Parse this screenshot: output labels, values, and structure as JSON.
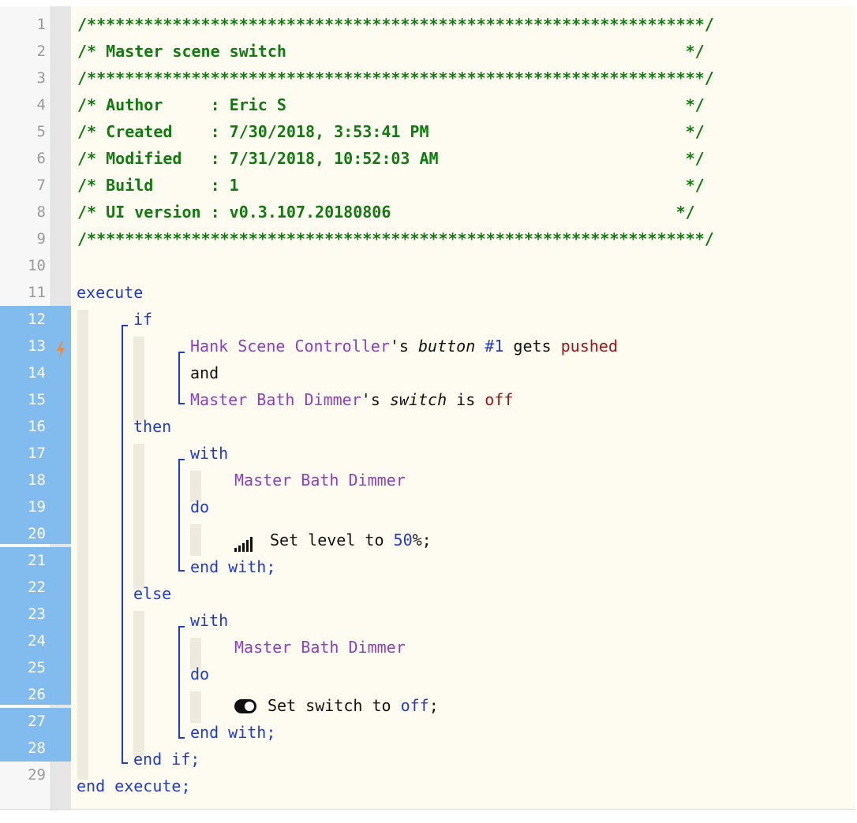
{
  "line_numbers": [
    "1",
    "2",
    "3",
    "4",
    "5",
    "6",
    "7",
    "8",
    "9",
    "10",
    "11",
    "12",
    "13",
    "14",
    "15",
    "16",
    "17",
    "18",
    "19",
    "20",
    "21",
    "22",
    "23",
    "24",
    "25",
    "26",
    "27",
    "28",
    "29"
  ],
  "header": {
    "border": "/*****************************************************************/",
    "title_line": "/* Master scene switch                                          */",
    "author_line": "/* Author     : Eric S                                          */",
    "created_line": "/* Created    : 7/30/2018, 3:53:41 PM                           */",
    "modified_line": "/* Modified   : 7/31/2018, 10:52:03 AM                          */",
    "build_line": "/* Build      : 1                                               */",
    "ui_version_line": "/* UI version : v0.3.107.20180806                              */"
  },
  "code": {
    "execute": "execute",
    "if": "if",
    "cond1_device": "Hank Scene Controller",
    "cond1_poss": "'s ",
    "cond1_attr": "button",
    "cond1_num": "#1",
    "cond1_verb": " gets ",
    "cond1_value": "pushed",
    "and": "and",
    "cond2_device": "Master Bath Dimmer",
    "cond2_poss": "'s ",
    "cond2_attr": "switch",
    "cond2_verb": " is ",
    "cond2_value": "off",
    "then": "then",
    "with1": "with",
    "device1": "Master Bath Dimmer",
    "do1": "do",
    "action1_text": "Set level to ",
    "action1_value": "50",
    "action1_suffix": "%;",
    "end_with1": "end with;",
    "else": "else",
    "with2": "with",
    "device2": "Master Bath Dimmer",
    "do2": "do",
    "action2_text": "Set switch to ",
    "action2_value": "off",
    "action2_suffix": ";",
    "end_with2": "end with;",
    "end_if": "end if;",
    "end_execute": "end execute;"
  },
  "icons": {
    "trigger": "lightning-bolt-icon",
    "set_level": "signal-bars-icon",
    "set_switch": "toggle-switch-icon"
  },
  "colors": {
    "comment": "#117a11",
    "keyword": "#1f3ad0",
    "device": "#8a3fc6",
    "value": "#a01515",
    "selection": "#82bbed",
    "background": "#fefcf0",
    "trigger": "#f08a3c"
  }
}
